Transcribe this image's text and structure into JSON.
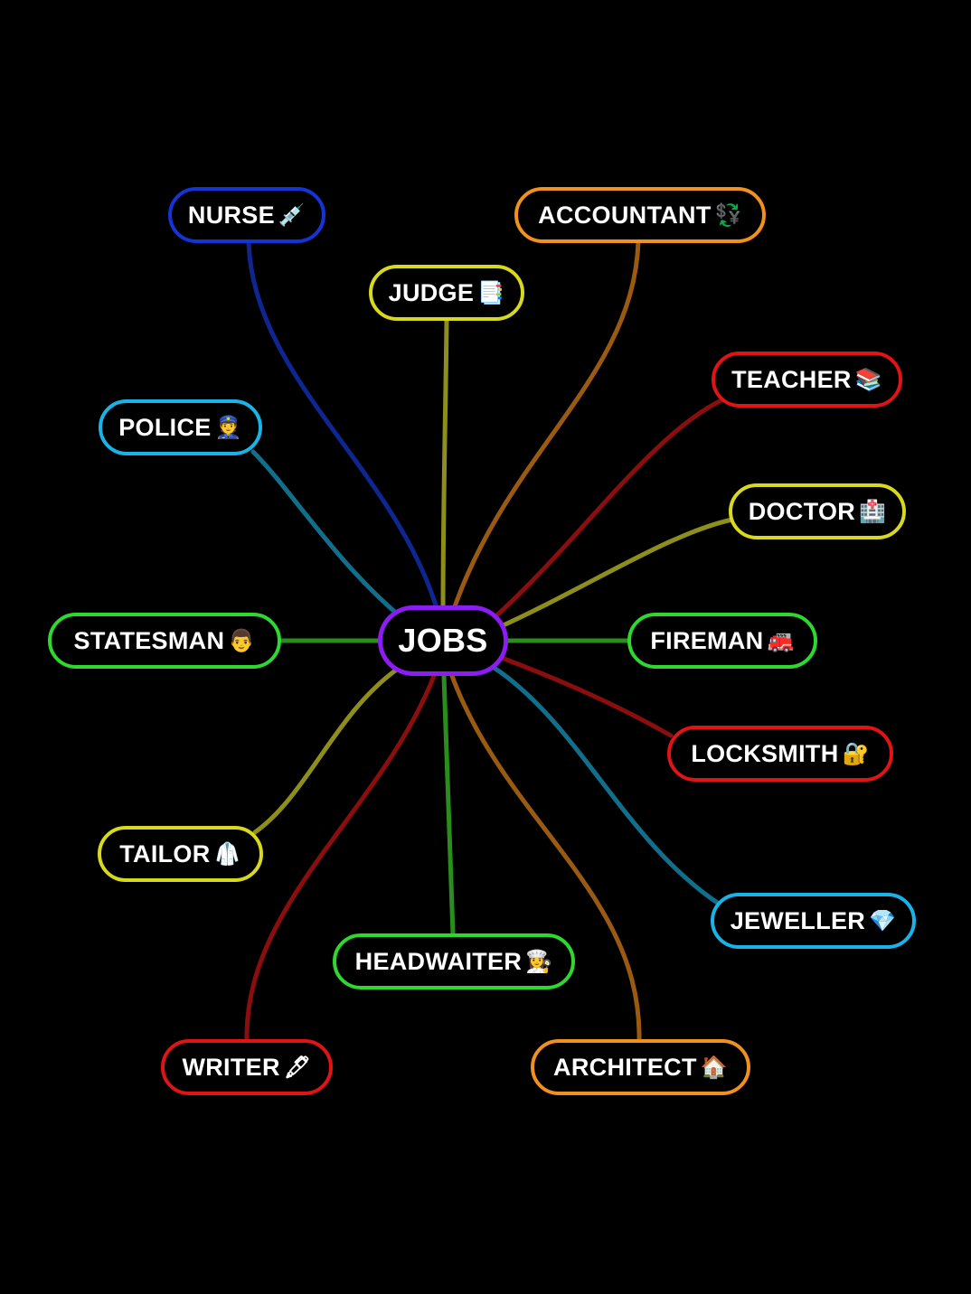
{
  "root": {
    "label": "JOBS",
    "color": "#8B1DF2"
  },
  "nodes": [
    {
      "id": "nurse",
      "label": "NURSE",
      "emoji": "💉",
      "color": "#1434D8"
    },
    {
      "id": "judge",
      "label": "JUDGE",
      "emoji": "📑",
      "color": "#D8D81E"
    },
    {
      "id": "accountant",
      "label": "ACCOUNTANT",
      "emoji": "💱",
      "color": "#F0901E"
    },
    {
      "id": "teacher",
      "label": "TEACHER",
      "emoji": "📚",
      "color": "#E01414"
    },
    {
      "id": "police",
      "label": "POLICE",
      "emoji": "👮",
      "color": "#18B4E8"
    },
    {
      "id": "doctor",
      "label": "DOCTOR",
      "emoji": "🏥",
      "color": "#D8D81E"
    },
    {
      "id": "statesman",
      "label": "STATESMAN",
      "emoji": "👨",
      "color": "#2ED82E"
    },
    {
      "id": "fireman",
      "label": "FIREMAN",
      "emoji": "🚒",
      "color": "#2ED82E"
    },
    {
      "id": "locksmith",
      "label": "LOCKSMITH",
      "emoji": "🔐",
      "color": "#E01414"
    },
    {
      "id": "tailor",
      "label": "TAILOR",
      "emoji": "🥼",
      "color": "#D8D81E"
    },
    {
      "id": "jeweller",
      "label": "JEWELLER",
      "emoji": "💎",
      "color": "#18B4E8"
    },
    {
      "id": "headwaiter",
      "label": "HEADWAITER",
      "emoji": "👩‍🍳",
      "color": "#2ED82E"
    },
    {
      "id": "writer",
      "label": "WRITER",
      "emoji": "🖋",
      "color": "#E01414"
    },
    {
      "id": "architect",
      "label": "ARCHITECT",
      "emoji": "🏠",
      "color": "#F0901E"
    }
  ],
  "links": [
    {
      "to": "nurse",
      "color": "#0F2590"
    },
    {
      "to": "judge",
      "color": "#8E8E1C"
    },
    {
      "to": "accountant",
      "color": "#9A5A12"
    },
    {
      "to": "teacher",
      "color": "#8A0E0E"
    },
    {
      "to": "police",
      "color": "#126F8C"
    },
    {
      "to": "doctor",
      "color": "#8E8E1C"
    },
    {
      "to": "statesman",
      "color": "#2A8E1C"
    },
    {
      "to": "fireman",
      "color": "#2A8E1C"
    },
    {
      "to": "locksmith",
      "color": "#8A0E0E"
    },
    {
      "to": "tailor",
      "color": "#8E8E1C"
    },
    {
      "to": "jeweller",
      "color": "#126F8C"
    },
    {
      "to": "headwaiter",
      "color": "#2A8E1C"
    },
    {
      "to": "writer",
      "color": "#8A0E0E"
    },
    {
      "to": "architect",
      "color": "#9A5A12"
    }
  ]
}
